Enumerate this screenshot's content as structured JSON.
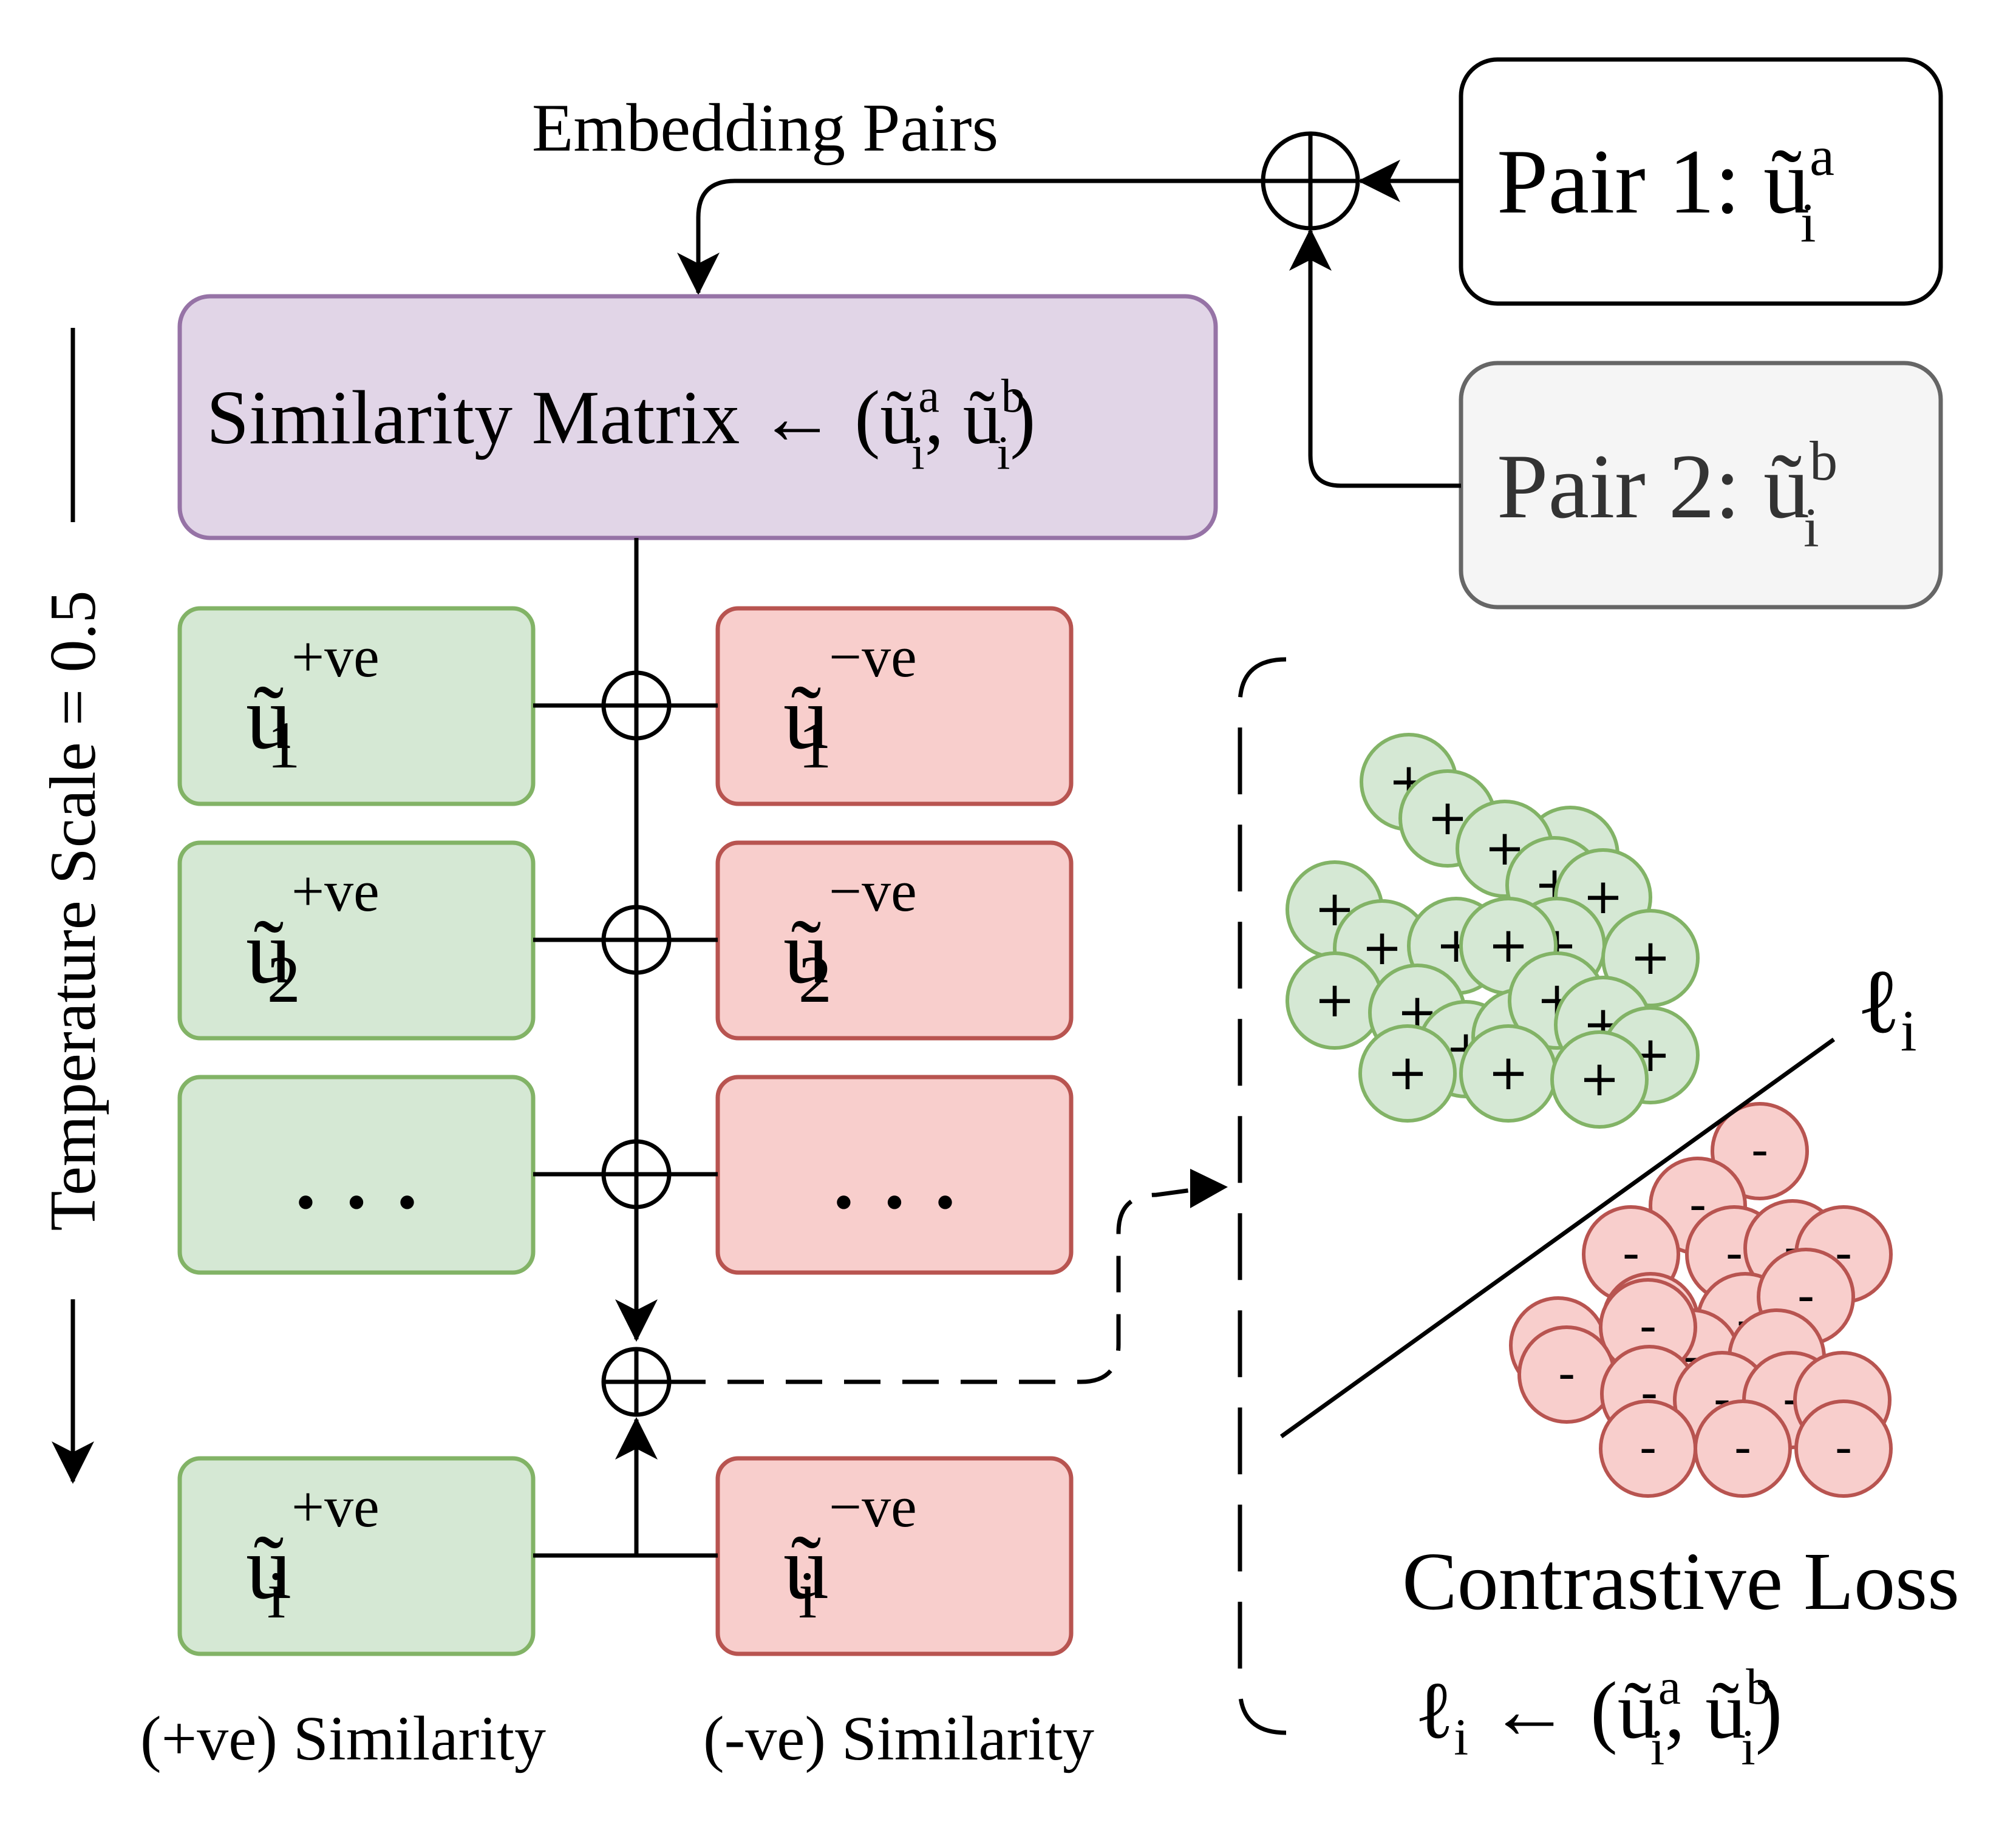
{
  "header": {
    "embedding_pairs_label": "Embedding Pairs"
  },
  "inputs": {
    "pair1": {
      "label": "Pair 1: ",
      "var": "ũ",
      "sub": "i",
      "sup": "a"
    },
    "pair2": {
      "label": "Pair 2: ",
      "var": "ũ",
      "sub": "i",
      "sup": "b"
    }
  },
  "similarity_matrix": {
    "label": "Similarity Matrix ← (",
    "var": "ũ",
    "sub": "i",
    "sup_a": "a",
    "sup_b": "b",
    "comma": ", ",
    "close": ")"
  },
  "temperature_label": "Temperature Scale = 0.5",
  "rows": [
    {
      "pos_var": "ũ",
      "pos_sub": "1",
      "pos_sup": "+ve",
      "neg_var": "ũ",
      "neg_sub": "1",
      "neg_sup": "−ve"
    },
    {
      "pos_var": "ũ",
      "pos_sub": "2",
      "pos_sup": "+ve",
      "neg_var": "ũ",
      "neg_sub": "2",
      "neg_sup": "−ve"
    },
    {
      "pos_text": ". . .",
      "neg_text": ". . ."
    },
    {
      "pos_var": "ũ",
      "pos_sub": "i",
      "pos_sup": "+ve",
      "neg_var": "ũ",
      "neg_sub": "i",
      "neg_sup": "−ve"
    }
  ],
  "column_labels": {
    "positive": "(+ve) Similarity",
    "negative": "(-ve) Similarity"
  },
  "loss": {
    "title": "Contrastive Loss",
    "formula_lhs": "ℓ",
    "formula_sub": "i",
    "formula_arrow": " ← (",
    "formula_var": "ũ",
    "formula_sup_a": "a",
    "formula_sup_b": "b",
    "formula_comma": ", ",
    "formula_close": ")",
    "boundary_label": "ℓ",
    "boundary_sub": "i"
  },
  "clusters": {
    "positive_symbol": "+",
    "negative_symbol": "-",
    "positive_count": 22,
    "negative_count": 21
  },
  "colors": {
    "purple_fill": "#e1d5e7",
    "purple_stroke": "#9673a6",
    "green_fill": "#d5e8d4",
    "green_stroke": "#82b366",
    "red_fill": "#f8cecc",
    "red_stroke": "#b85450",
    "gray_fill": "#f5f5f5",
    "gray_stroke": "#666666"
  }
}
